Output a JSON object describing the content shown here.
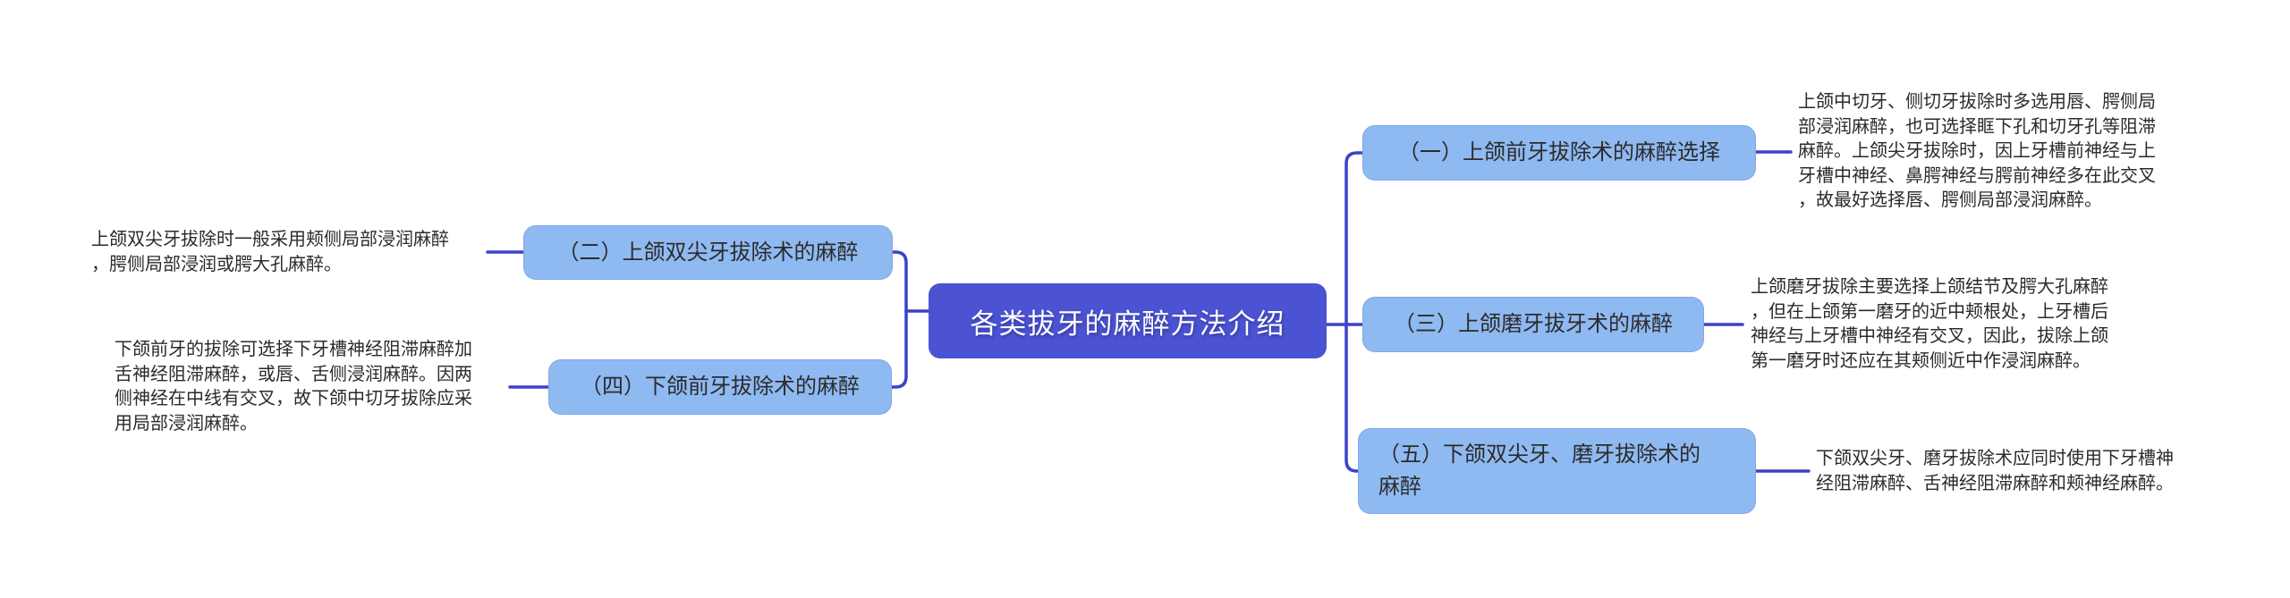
{
  "root": {
    "label": "各类拔牙的麻醉方法介绍"
  },
  "branches": [
    {
      "label": "（一）上颌前牙拔除术的麻醉选择",
      "note": "上颌中切牙、侧切牙拔除时多选用唇、腭侧局部浸润麻醉，也可选择眶下孔和切牙孔等阻滞麻醉。上颌尖牙拔除时，因上牙槽前神经与上牙槽中神经、鼻腭神经与腭前神经多在此交叉，故最好选择唇、腭侧局部浸润麻醉。"
    },
    {
      "label": "（二）上颌双尖牙拔除术的麻醉",
      "note": "上颌双尖牙拔除时一般采用颊侧局部浸润麻醉，腭侧局部浸润或腭大孔麻醉。"
    },
    {
      "label": "（三）上颌磨牙拔牙术的麻醉",
      "note": "上颌磨牙拔除主要选择上颌结节及腭大孔麻醉，但在上颌第一磨牙的近中颊根处，上牙槽后神经与上牙槽中神经有交叉，因此，拔除上颌第一磨牙时还应在其颊侧近中作浸润麻醉。"
    },
    {
      "label": "（四）下颌前牙拔除术的麻醉",
      "note": "下颌前牙的拔除可选择下牙槽神经阻滞麻醉加舌神经阻滞麻醉，或唇、舌侧浸润麻醉。因两侧神经在中线有交叉，故下颌中切牙拔除应采用局部浸润麻醉。"
    },
    {
      "label": "（五）下颌双尖牙、磨牙拔除术的\n麻醉",
      "note": "下颌双尖牙、磨牙拔除术应同时使用下牙槽神经阻滞麻醉、舌神经阻滞麻醉和颊神经麻醉。"
    }
  ],
  "colors": {
    "background": "#ffffff",
    "root_bg": "#4b53d3",
    "root_text": "#ffffff",
    "branch_bg": "#8fb9f1",
    "branch_text": "#2b2b2b",
    "connector": "#3a43c7",
    "note_text": "#2b2b2b"
  }
}
